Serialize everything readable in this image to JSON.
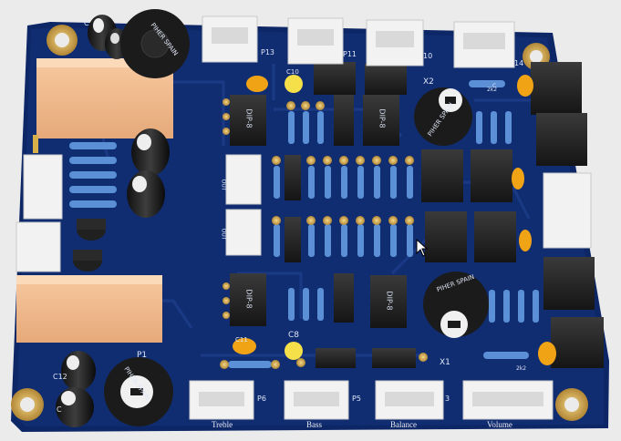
{
  "board": {
    "pcb_color": "#0f2a6b",
    "pad_color": "#c9a04b",
    "resistor_color": "#5b8fd6",
    "capacitor_color": "#f1a316",
    "header_labels": [
      "P13",
      "P11",
      "10",
      "14",
      "P6",
      "P5",
      "3"
    ],
    "knob_markings": [
      "PIHER SPAIN",
      "PIHER SPAIN",
      "PIHER SPAIN",
      "PIHER SPAIN"
    ],
    "ic_labels": [
      "DIP-8",
      "DIP-8",
      "DIP-8",
      "DIP-8"
    ],
    "designators": [
      "P1",
      "X2",
      "X1",
      "C8",
      "C10",
      "C11",
      "C12",
      "C",
      "C",
      "C"
    ],
    "small_marks": [
      "2k2",
      "2k2",
      "OUT",
      "OUT"
    ],
    "bottom_labels": [
      "Treble",
      "Bass",
      "Balance",
      "Volume"
    ]
  }
}
